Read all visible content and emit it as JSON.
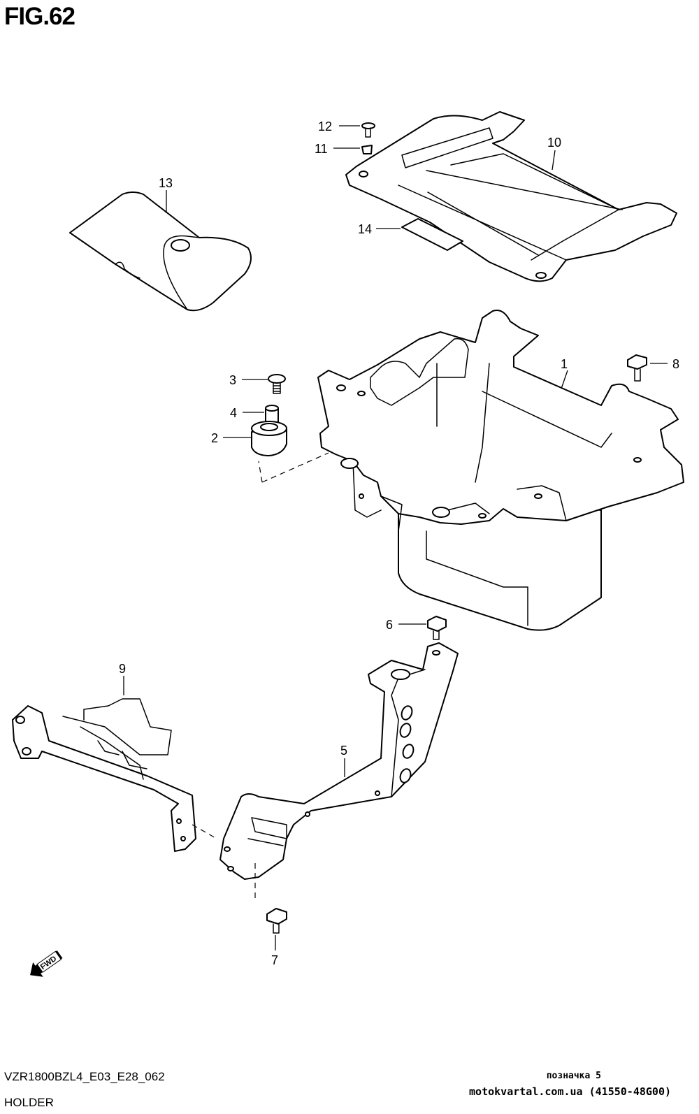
{
  "figure": {
    "title": "FIG.62",
    "model_code": "VZR1800BZL4_E03_E28_062",
    "section_name": "HOLDER"
  },
  "watermark": {
    "line1": "позначка 5",
    "line2": "motokvartal.com.ua (41550-48G00)"
  },
  "direction_marker": {
    "label": "FWD",
    "icon": "fwd-arrow-icon"
  },
  "callouts": [
    "1",
    "2",
    "3",
    "4",
    "5",
    "6",
    "7",
    "8",
    "9",
    "10",
    "11",
    "12",
    "13",
    "14"
  ]
}
